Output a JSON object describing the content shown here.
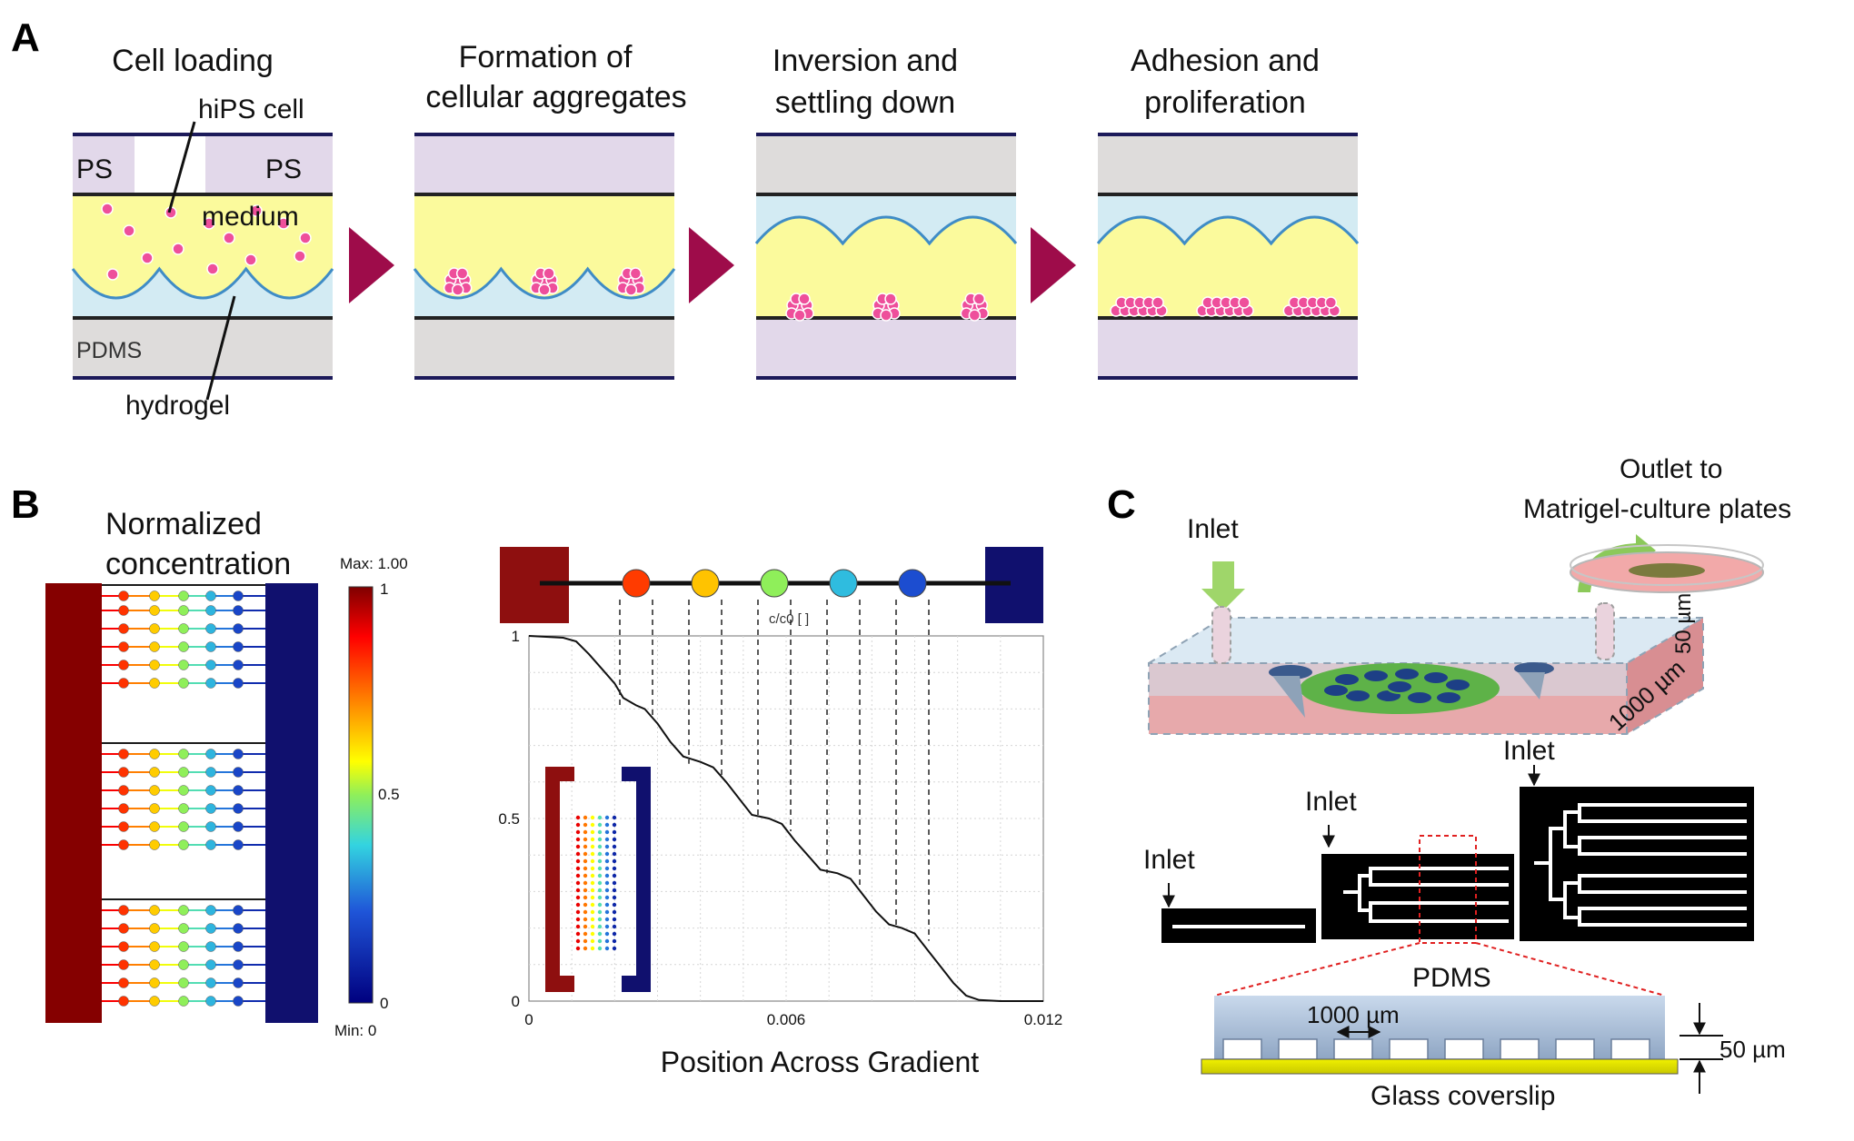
{
  "panel_labels": [
    "A",
    "B",
    "C"
  ],
  "panelA": {
    "steps": [
      {
        "line1": "Cell loading",
        "line2": ""
      },
      {
        "line1": "Formation of",
        "line2": "cellular aggregates"
      },
      {
        "line1": "Inversion and",
        "line2": "settling down"
      },
      {
        "line1": "Adhesion and",
        "line2": "proliferation"
      }
    ],
    "labels": {
      "hips": "hiPS cell",
      "ps_left": "PS",
      "ps_right": "PS",
      "medium": "medium",
      "pdms": "PDMS",
      "hydrogel": "hydrogel"
    },
    "colors": {
      "ps": "#e2d8ea",
      "medium": "#fbfa9c",
      "hydrogel": "#d3ebf3",
      "pdms": "#dedcdb",
      "cell": "#ee4f9b",
      "arrow": "#9e0c4a",
      "border": "#1c1a5a"
    }
  },
  "panelB": {
    "title_line1": "Normalized",
    "title_line2": "concentration",
    "colorbar": {
      "max_label": "Max: 1.00",
      "min_label": "Min: 0",
      "ticks": [
        "1",
        "0.5",
        "0"
      ]
    },
    "chart_data": {
      "type": "line",
      "xlabel": "Position Across Gradient",
      "ylabel": "",
      "small_label": "c/c0 [ ]",
      "xlim": [
        0,
        0.012
      ],
      "ylim": [
        0,
        1
      ],
      "x_ticks": [
        "0",
        "0.006",
        "0.012"
      ],
      "y_ticks": [
        "1",
        "0.5",
        "0"
      ],
      "grid": true,
      "series": [
        {
          "x": [
            0,
            0.0008,
            0.0011,
            0.0014,
            0.0017,
            0.002,
            0.0022,
            0.0025,
            0.0027,
            0.003,
            0.0033,
            0.0036,
            0.004,
            0.0043,
            0.0046,
            0.0049,
            0.0052,
            0.0056,
            0.0059,
            0.0062,
            0.0065,
            0.0068,
            0.0072,
            0.0075,
            0.0078,
            0.0081,
            0.0084,
            0.0087,
            0.009,
            0.0093,
            0.0096,
            0.0099,
            0.0102,
            0.0105,
            0.011,
            0.012
          ],
          "y": [
            1.0,
            0.995,
            0.985,
            0.95,
            0.91,
            0.87,
            0.83,
            0.81,
            0.8,
            0.76,
            0.71,
            0.67,
            0.655,
            0.64,
            0.6,
            0.555,
            0.51,
            0.5,
            0.485,
            0.44,
            0.4,
            0.36,
            0.35,
            0.335,
            0.29,
            0.245,
            0.21,
            0.2,
            0.185,
            0.14,
            0.095,
            0.05,
            0.015,
            0.003,
            0.0,
            0.0
          ]
        }
      ],
      "node_values": [
        0.81,
        0.65,
        0.5,
        0.35,
        0.2
      ]
    }
  },
  "panelC": {
    "inlet_main": "Inlet",
    "outlet_line1": "Outlet to",
    "outlet_line2": "Matrigel-culture plates",
    "dim_height": "50 µm",
    "dim_width": "1000 µm",
    "inlet_a": "Inlet",
    "inlet_b": "Inlet",
    "inlet_c": "Inlet",
    "pdms_label": "PDMS",
    "section_width": "1000 µm",
    "section_height": "50 µm",
    "glass_label": "Glass coverslip"
  }
}
